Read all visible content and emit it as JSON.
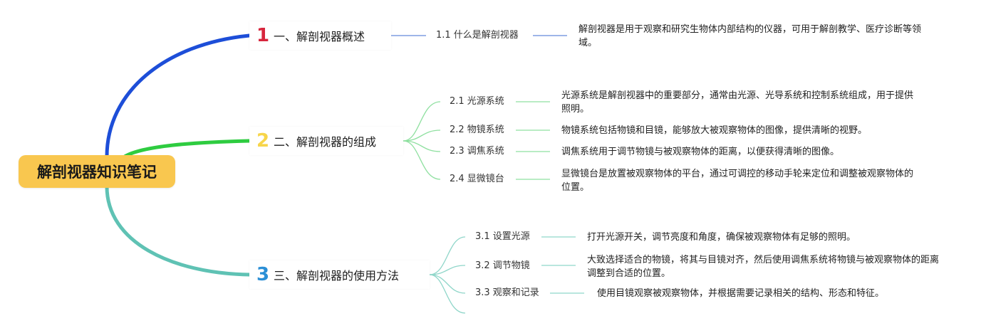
{
  "root": {
    "title": "解剖视器知识笔记"
  },
  "sections": [
    {
      "number": "1",
      "title": "一、解剖视器概述",
      "color": "#1d4ed8",
      "num_color": "#d7263d",
      "items": [
        {
          "label": "1.1 什么是解剖视器",
          "desc": "解剖视器是用于观察和研究生物体内部结构的仪器，可用于解剖教学、医疗诊断等领域。"
        }
      ]
    },
    {
      "number": "2",
      "title": "二、解剖视器的组成",
      "color": "#2ecc40",
      "num_color": "#f7d54a",
      "items": [
        {
          "label": "2.1 光源系统",
          "desc": "光源系统是解剖视器中的重要部分，通常由光源、光导系统和控制系统组成，用于提供照明。"
        },
        {
          "label": "2.2 物镜系统",
          "desc": "物镜系统包括物镜和目镜，能够放大被观察物体的图像，提供清晰的视野。"
        },
        {
          "label": "2.3 调焦系统",
          "desc": "调焦系统用于调节物镜与被观察物体的距离，以便获得清晰的图像。"
        },
        {
          "label": "2.4 显微镜台",
          "desc": "显微镜台是放置被观察物体的平台，通过可调控的移动手轮来定位和调整被观察物体的位置。"
        }
      ]
    },
    {
      "number": "3",
      "title": "三、解剖视器的使用方法",
      "color": "#5fc2b4",
      "num_color": "#2b8fd6",
      "items": [
        {
          "label": "3.1 设置光源",
          "desc": "打开光源开关，调节亮度和角度，确保被观察物体有足够的照明。"
        },
        {
          "label": "3.2 调节物镜",
          "desc": "大致选择适合的物镜，将其与目镜对齐，然后使用调焦系统将物镜与被观察物体的距离调整到合适的位置。"
        },
        {
          "label": "3.3 观察和记录",
          "desc": "使用目镜观察被观察物体，并根据需要记录相关的结构、形态和特征。"
        }
      ]
    }
  ]
}
